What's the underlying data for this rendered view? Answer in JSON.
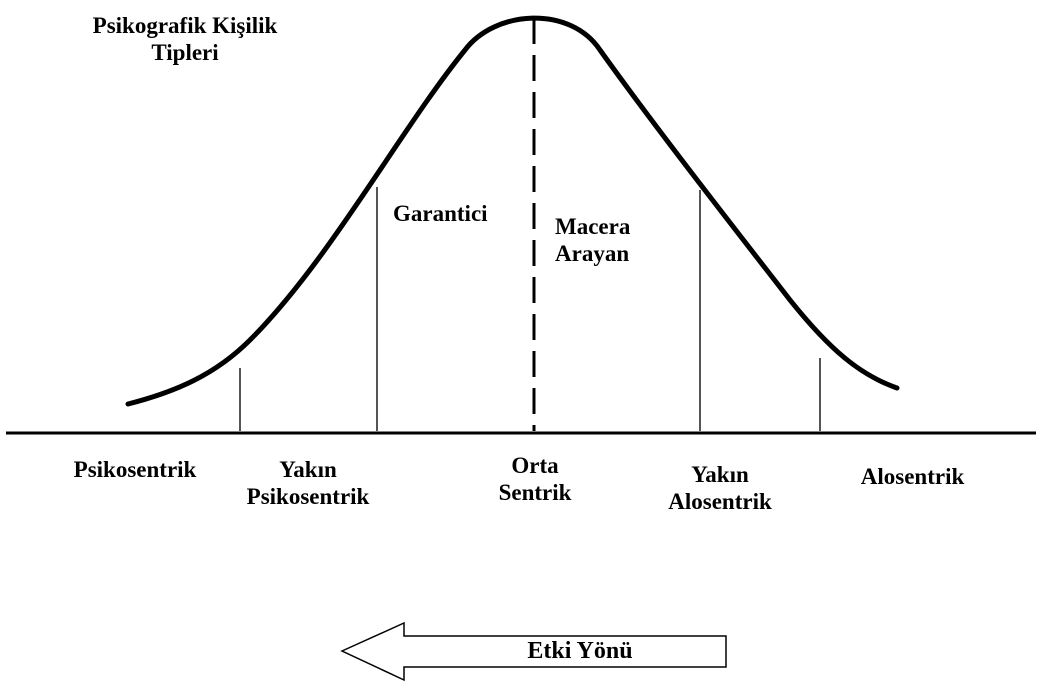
{
  "title": "Psikografik Kişilik\nTipleri",
  "segments": {
    "garantici": "Garantici",
    "macera_arayan": "Macera\nArayan"
  },
  "axis_labels": [
    "Psikosentrik",
    "Yakın\nPsikosentrik",
    "Orta\nSentrik",
    "Yakın\nAlosentrik",
    "Alosentrik"
  ],
  "arrow": {
    "label": "Etki Yönü",
    "direction": "left"
  },
  "colors": {
    "ink": "#000000",
    "divider": "#555555"
  }
}
